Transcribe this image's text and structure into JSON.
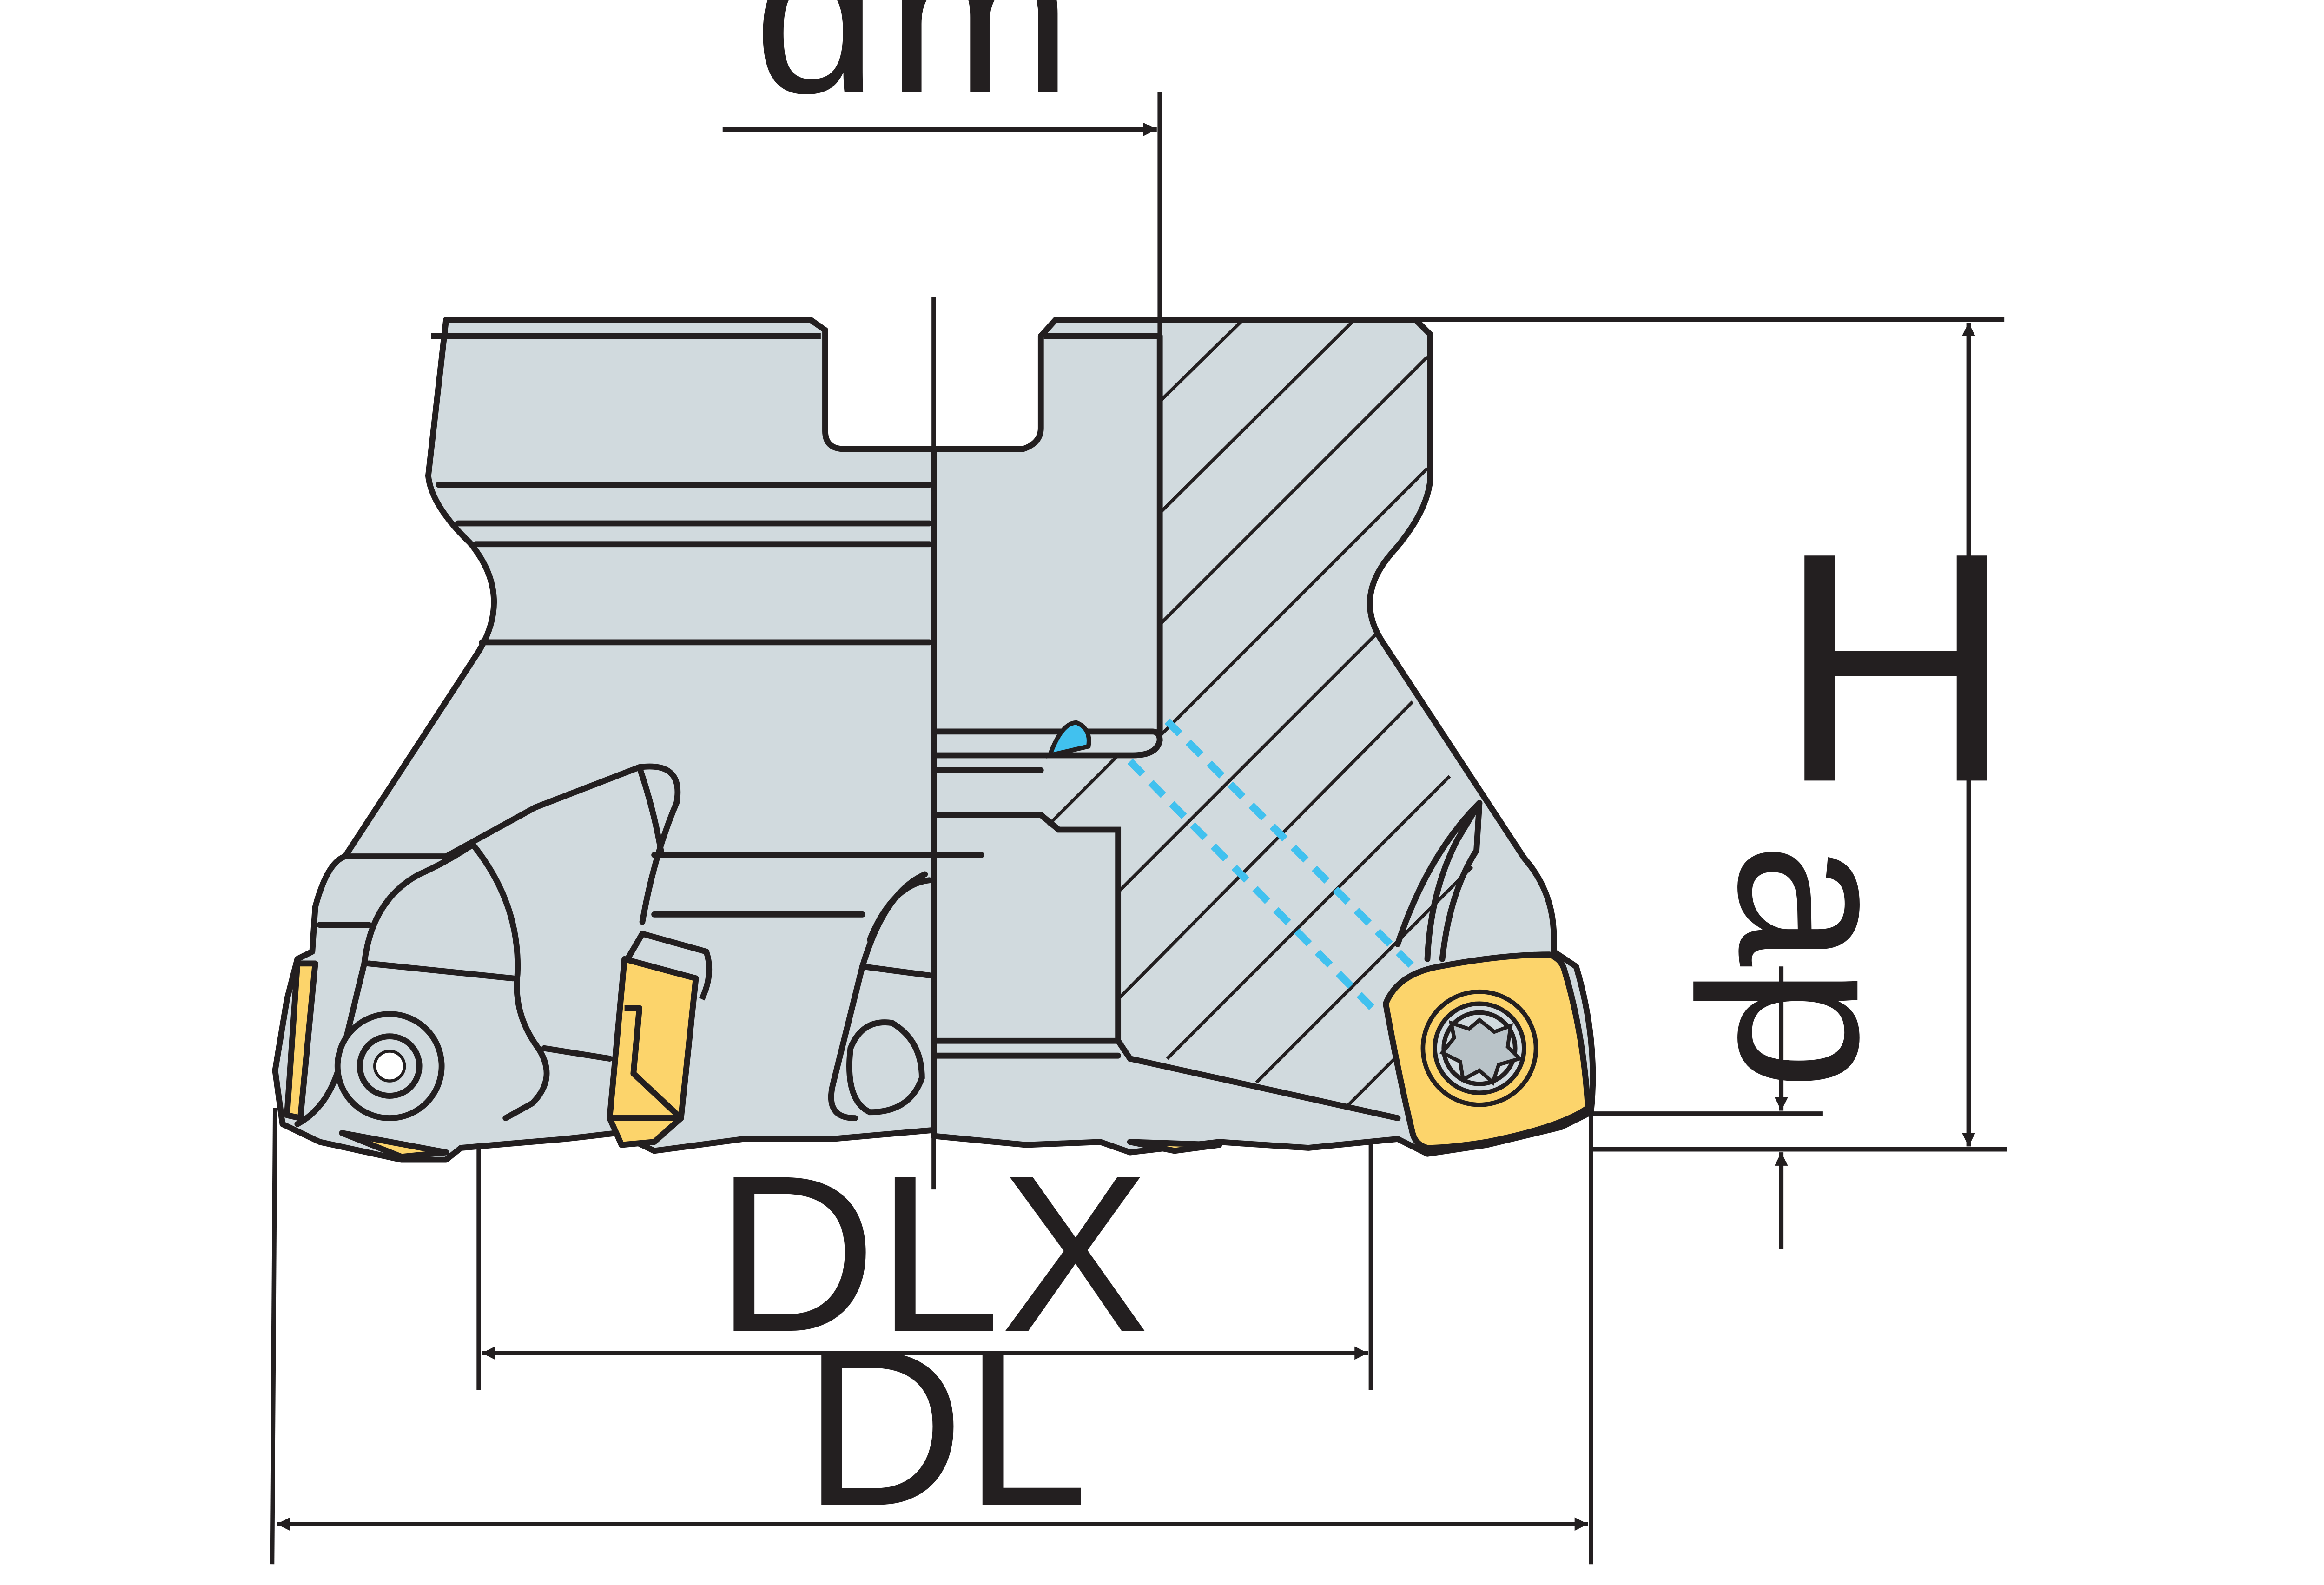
{
  "diagram": {
    "labels": {
      "dm": "dm",
      "H": "H",
      "ap": "ap",
      "DLX": "DLX",
      "DL": "DL"
    },
    "colors": {
      "body": "#d1dade",
      "outline": "#231f20",
      "insert": "#fcd46b",
      "coolant": "#41c1ef",
      "background": "#ffffff"
    },
    "icons": {
      "screw": "torx-screw-icon",
      "arrow": "dimension-arrow-icon"
    }
  }
}
